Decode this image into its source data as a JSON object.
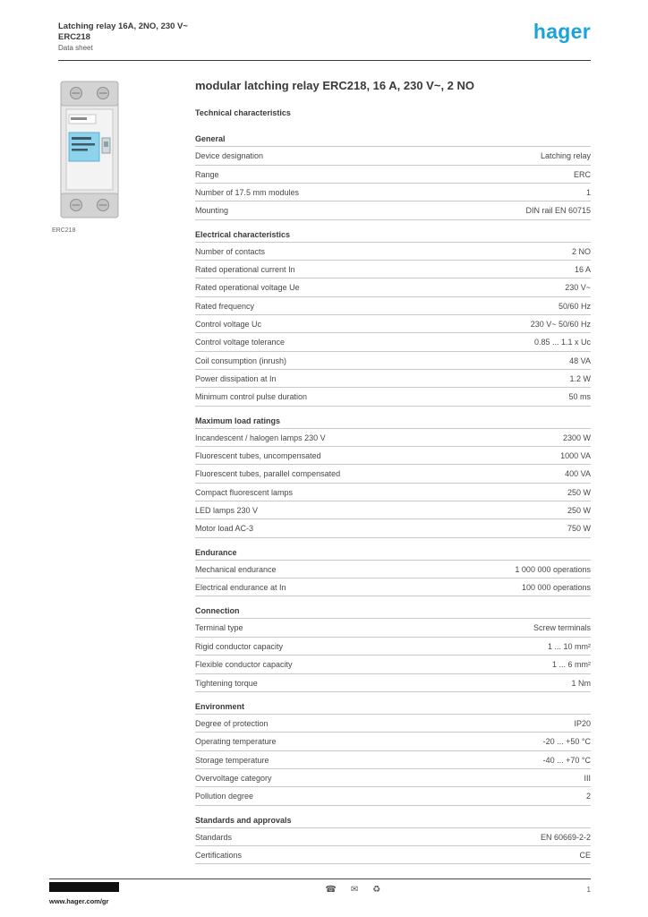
{
  "page": {
    "brand_color": "#1aa3dc",
    "header": {
      "line1": "Latching relay 16A, 2NO, 230 V~",
      "line2": "ERC218",
      "line3": "Data sheet",
      "logo": "hager"
    },
    "product_image": {
      "caption": "ERC218"
    },
    "main": {
      "title": "modular latching relay ERC218, 16 A, 230 V~, 2 NO",
      "subtitle": "Technical characteristics",
      "specs": [
        {
          "section": "General"
        },
        {
          "label": "Device designation",
          "value": "Latching relay"
        },
        {
          "label": "Range",
          "value": "ERC"
        },
        {
          "label": "Number of 17.5 mm modules",
          "value": "1"
        },
        {
          "label": "Mounting",
          "value": "DIN rail EN 60715"
        },
        {
          "section": "Electrical characteristics"
        },
        {
          "label": "Number of contacts",
          "value": "2 NO"
        },
        {
          "label": "Rated operational current In",
          "value": "16 A"
        },
        {
          "label": "Rated operational voltage Ue",
          "value": "230 V~"
        },
        {
          "label": "Rated frequency",
          "value": "50/60 Hz"
        },
        {
          "label": "Control voltage Uc",
          "value": "230 V~ 50/60 Hz"
        },
        {
          "label": "Control voltage tolerance",
          "value": "0.85 ... 1.1 x Uc"
        },
        {
          "label": "Coil consumption (inrush)",
          "value": "48 VA"
        },
        {
          "label": "Power dissipation at In",
          "value": "1.2 W"
        },
        {
          "label": "Minimum control pulse duration",
          "value": "50 ms"
        },
        {
          "section": "Maximum load ratings"
        },
        {
          "label": "Incandescent / halogen lamps 230 V",
          "value": "2300 W"
        },
        {
          "label": "Fluorescent tubes, uncompensated",
          "value": "1000 VA"
        },
        {
          "label": "Fluorescent tubes, parallel compensated",
          "value": "400 VA"
        },
        {
          "label": "Compact fluorescent lamps",
          "value": "250 W"
        },
        {
          "label": "LED lamps 230 V",
          "value": "250 W"
        },
        {
          "label": "Motor load AC-3",
          "value": "750 W"
        },
        {
          "section": "Endurance"
        },
        {
          "label": "Mechanical endurance",
          "value": "1 000 000 operations"
        },
        {
          "label": "Electrical endurance at In",
          "value": "100 000 operations"
        },
        {
          "section": "Connection"
        },
        {
          "label": "Terminal type",
          "value": "Screw terminals"
        },
        {
          "label": "Rigid conductor capacity",
          "value": "1 ... 10 mm²"
        },
        {
          "label": "Flexible conductor capacity",
          "value": "1 ... 6 mm²"
        },
        {
          "label": "Tightening torque",
          "value": "1 Nm"
        },
        {
          "section": "Environment"
        },
        {
          "label": "Degree of protection",
          "value": "IP20"
        },
        {
          "label": "Operating temperature",
          "value": "-20 ... +50 °C"
        },
        {
          "label": "Storage temperature",
          "value": "-40 ... +70 °C"
        },
        {
          "label": "Overvoltage category",
          "value": "III"
        },
        {
          "label": "Pollution degree",
          "value": "2"
        },
        {
          "section": "Standards and approvals"
        },
        {
          "label": "Standards",
          "value": "EN 60669-2-2"
        },
        {
          "label": "Certifications",
          "value": "CE"
        }
      ]
    },
    "footer": {
      "website": "www.hager.com/gr",
      "icons": [
        {
          "name": "phone-icon",
          "glyph": "☎"
        },
        {
          "name": "mail-icon",
          "glyph": "✉"
        },
        {
          "name": "recycle-icon",
          "glyph": "♻"
        }
      ],
      "page": "1"
    }
  }
}
